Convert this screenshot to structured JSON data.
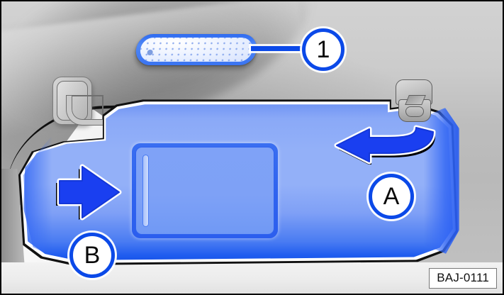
{
  "figure": {
    "id_label": "BAJ-0111",
    "subject": "sun-visor",
    "frame_width": 711,
    "frame_height": 416
  },
  "colors": {
    "callout_ring": "#0b49e8",
    "arrow_fill": "#1a3ff0",
    "arrow_outline": "#ffffff",
    "arrow_shadow": "#000000",
    "visor_blue": "#93b0f8",
    "visor_edge_blue": "#1a55ea",
    "mirror_border": "#2f63ef",
    "headliner_gray": "#c2c2c2",
    "windshield_white": "#f7f7f7"
  },
  "callouts": [
    {
      "key": "one",
      "label": "1",
      "kind": "numbered-part",
      "points_to": "vanity-light-strip"
    },
    {
      "key": "a",
      "label": "A",
      "kind": "lettered-action",
      "points_to": "swing-visor-to-side-window"
    },
    {
      "key": "b",
      "label": "B",
      "kind": "lettered-action",
      "points_to": "mirror-cover-slide"
    }
  ],
  "parts": {
    "vanity_light": {
      "name": "vanity mirror light strip",
      "callout": "1"
    },
    "mirror_panel": {
      "name": "vanity mirror with sliding cover"
    },
    "coat_hook": {
      "name": "coat hook"
    },
    "visor_clip": {
      "name": "visor retaining clip"
    },
    "sun_visor": {
      "name": "sun visor"
    },
    "windshield": {
      "name": "windshield"
    },
    "headliner": {
      "name": "headliner"
    }
  },
  "arrows": {
    "a": {
      "direction": "curved-left",
      "meaning": "swing visor toward side window",
      "callout": "A"
    },
    "b": {
      "direction": "straight-right",
      "meaning": "slide mirror cover open",
      "callout": "B"
    }
  }
}
